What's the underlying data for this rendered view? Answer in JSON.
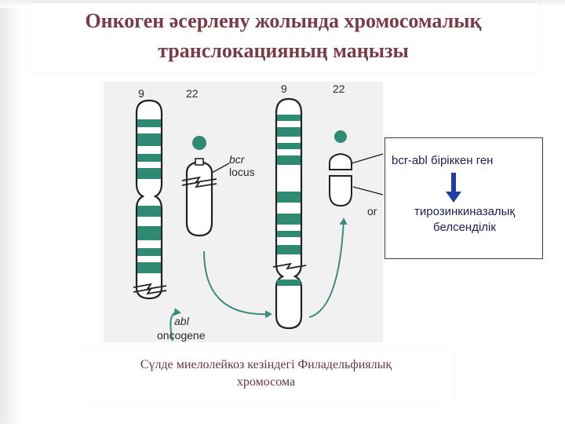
{
  "title": {
    "line1": "Онкоген әсерлену жолында хромосомалық",
    "line2": "транслокацияның маңызы"
  },
  "figure": {
    "label_9_left": "9",
    "label_22_left": "22",
    "label_9_right": "9",
    "label_22_right": "22",
    "bcr_label": "bcr",
    "locus_label": "locus",
    "abl_label": "abl",
    "oncogene_label": "oncogene",
    "cut_label": "or"
  },
  "infobox": {
    "fusion_gene": "bcr-abl біріккен ген",
    "activity_line1": "тирозинкиназалық",
    "activity_line2": "белсенділік"
  },
  "caption": {
    "line1": "Сүлде миелолейкоз кезіндегі Филадельфиялық",
    "line2": "хромосома"
  },
  "colors": {
    "band": "#2e8a72",
    "arrow": "#3a8a80",
    "title": "#7a3a46",
    "info_arrow": "#1e3ea8"
  }
}
